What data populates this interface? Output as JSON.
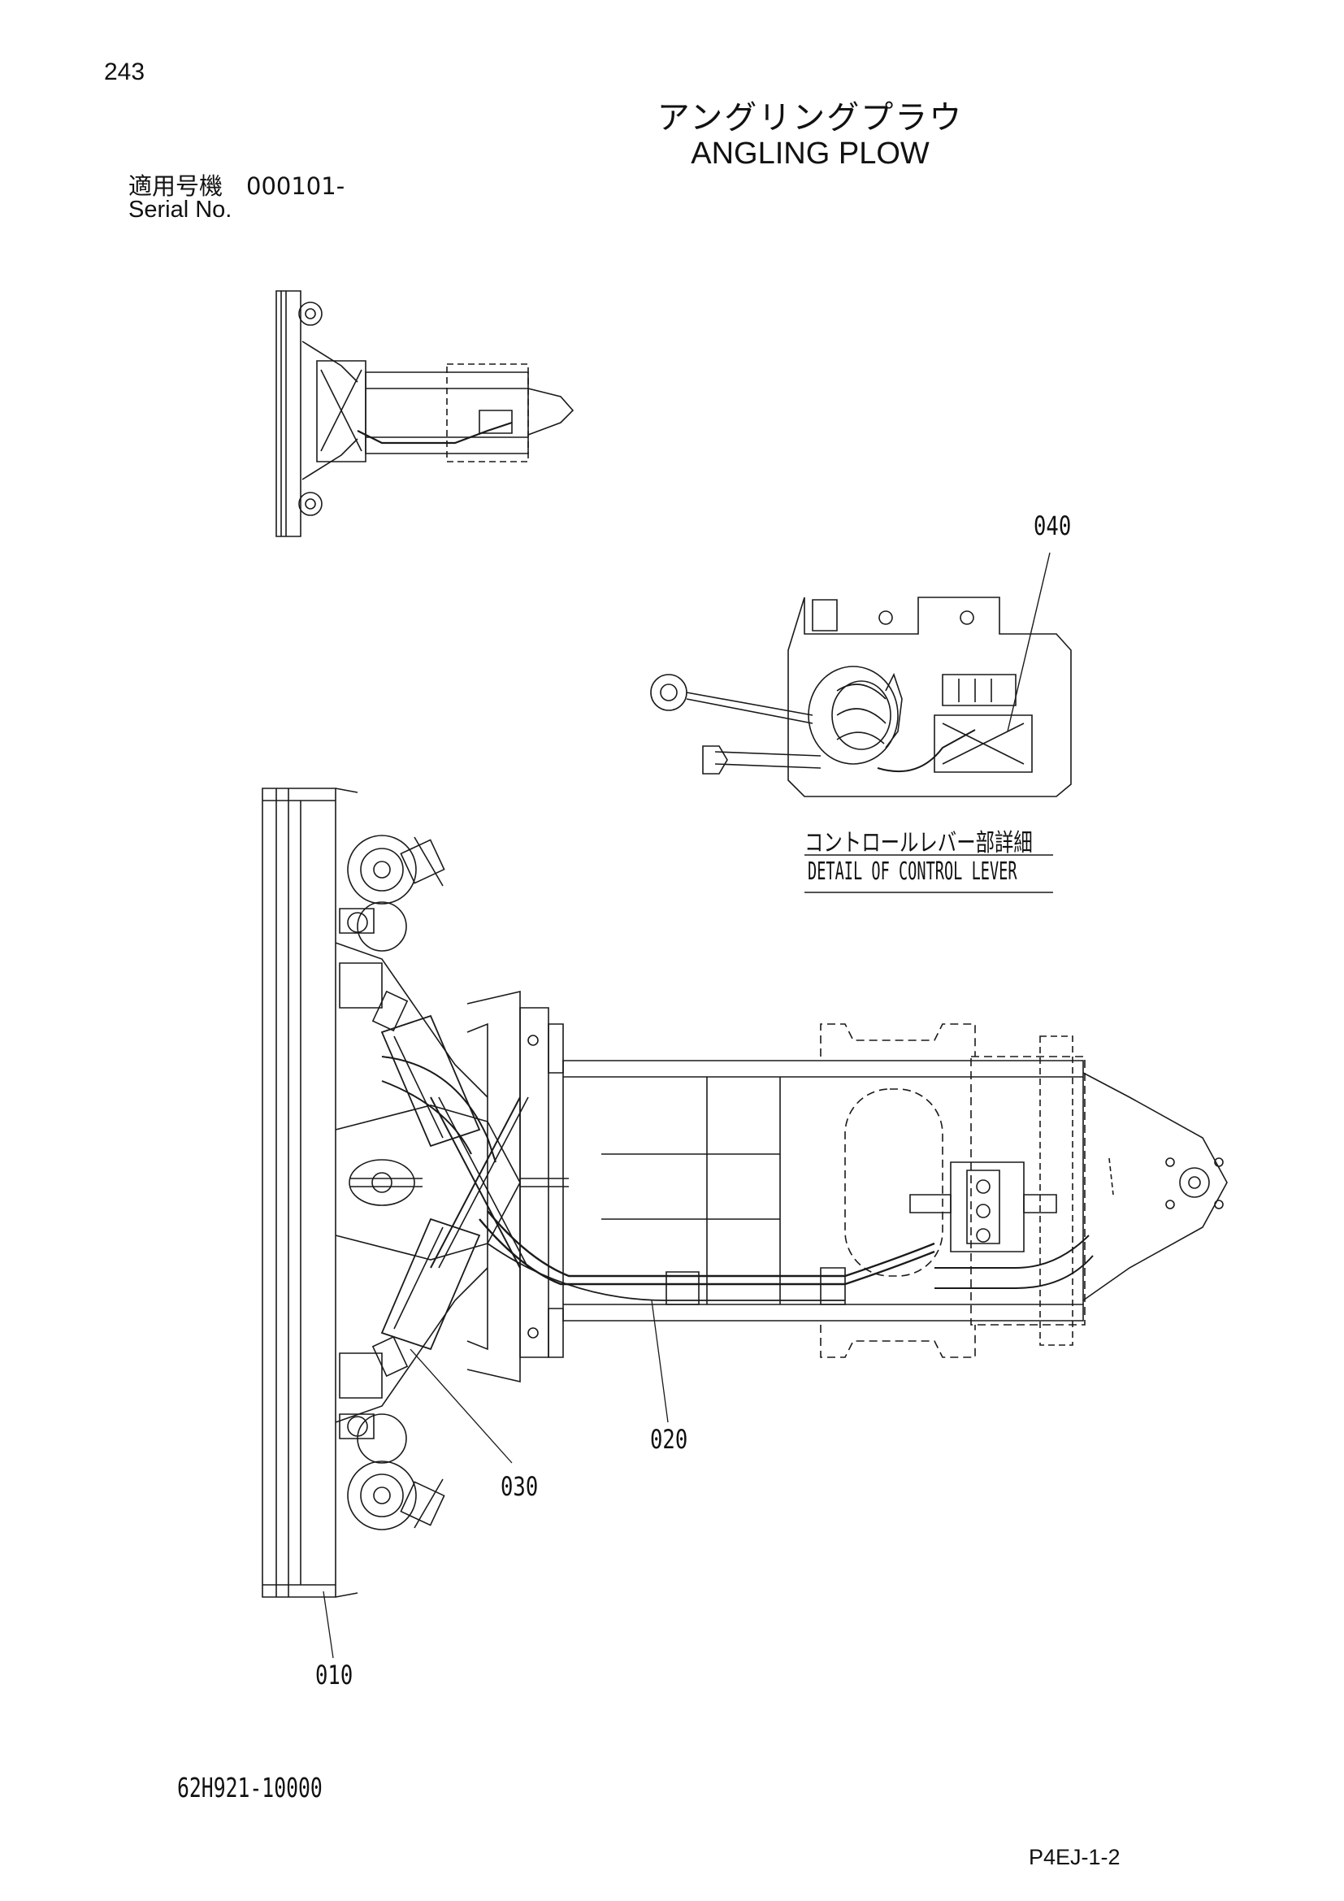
{
  "header": {
    "page_number": "243",
    "title_jp": "アングリングプラウ",
    "title_en": "ANGLING PLOW",
    "serial_label_jp": "適用号機　000101-",
    "serial_label_en": "Serial No."
  },
  "detail": {
    "label_jp": "コントロールレバー部詳細",
    "label_en": "DETAIL OF CONTROL LEVER"
  },
  "callouts": {
    "c010": "010",
    "c020": "020",
    "c030": "030",
    "c040": "040"
  },
  "footer": {
    "part_number": "62H921-10000",
    "page_code": "P4EJ-1-2"
  }
}
